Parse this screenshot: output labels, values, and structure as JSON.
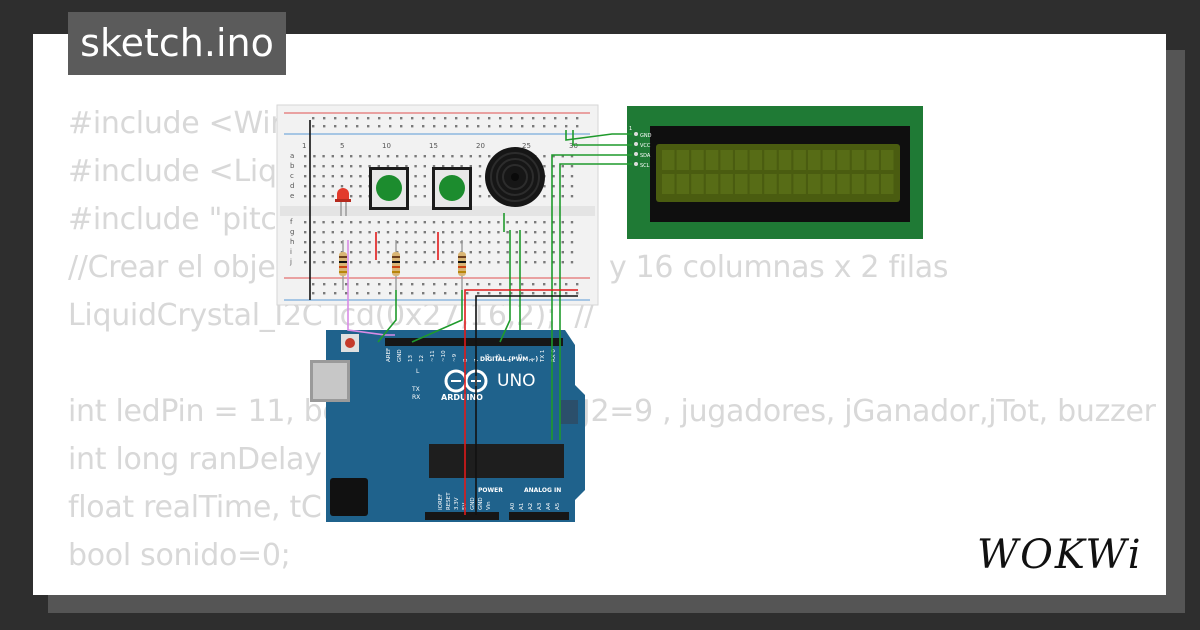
{
  "file_tab": {
    "label": "sketch.ino"
  },
  "code_lines": [
    "#include <Wire.h>",
    "#include <LiquidCrystal_I2C.h>",
    "#include \"pitches.h\"",
    "//Crear el objeto lcd  dirección  0x3F y 16 columnas x 2 filas",
    "LiquidCrystal_I2C lcd(0x27,16,2);  //",
    "",
    "int ledPin = 11, botonJ1=10, botonJ2=9 , jugadores, jGanador,jTot, buzzer",
    "int long ranDelay",
    "float realTime, tC",
    "bool sonido=0;"
  ],
  "lcd": {
    "pins": [
      "GND",
      "VCC",
      "SDA",
      "SCL"
    ],
    "pin1_label": "1"
  },
  "breadboard": {
    "col_labels": [
      "1",
      "5",
      "10",
      "15",
      "20",
      "25",
      "30"
    ],
    "row_labels_top": [
      "a",
      "b",
      "c",
      "d",
      "e"
    ],
    "row_labels_bottom": [
      "f",
      "g",
      "h",
      "i",
      "j"
    ]
  },
  "arduino": {
    "model": "UNO",
    "brand": "ARDUINO",
    "digital_header": "DIGITAL (PWM ~)",
    "pin_labels": [
      "AREF",
      "GND",
      "13",
      "12",
      "~11",
      "~10",
      "~9",
      "8",
      "7",
      "~6",
      "~5",
      "4",
      "~3",
      "2",
      "TX 1",
      "RX 0"
    ],
    "power_header": "POWER",
    "power_pins": [
      "IOREF",
      "RESET",
      "3.3V",
      "5V",
      "GND",
      "GND",
      "Vin"
    ],
    "analog_header": "ANALOG IN",
    "analog_pins": [
      "A0",
      "A1",
      "A2",
      "A3",
      "A4",
      "A5"
    ],
    "indicators": [
      "L",
      "TX",
      "RX"
    ]
  },
  "brand_logo": {
    "text": "WOKWi"
  },
  "colors": {
    "background": "#2e2e2e",
    "card": "#ffffff",
    "tab": "#5b5b5b",
    "code_text": "#d8d8d8",
    "arduino_board": "#1f628c",
    "lcd_pcb": "#1f7a35",
    "lcd_screen": "#4a5c10",
    "button_cap": "#1c8c2e",
    "wire_green": "#1f9a2c",
    "wire_red": "#e01a1a"
  }
}
